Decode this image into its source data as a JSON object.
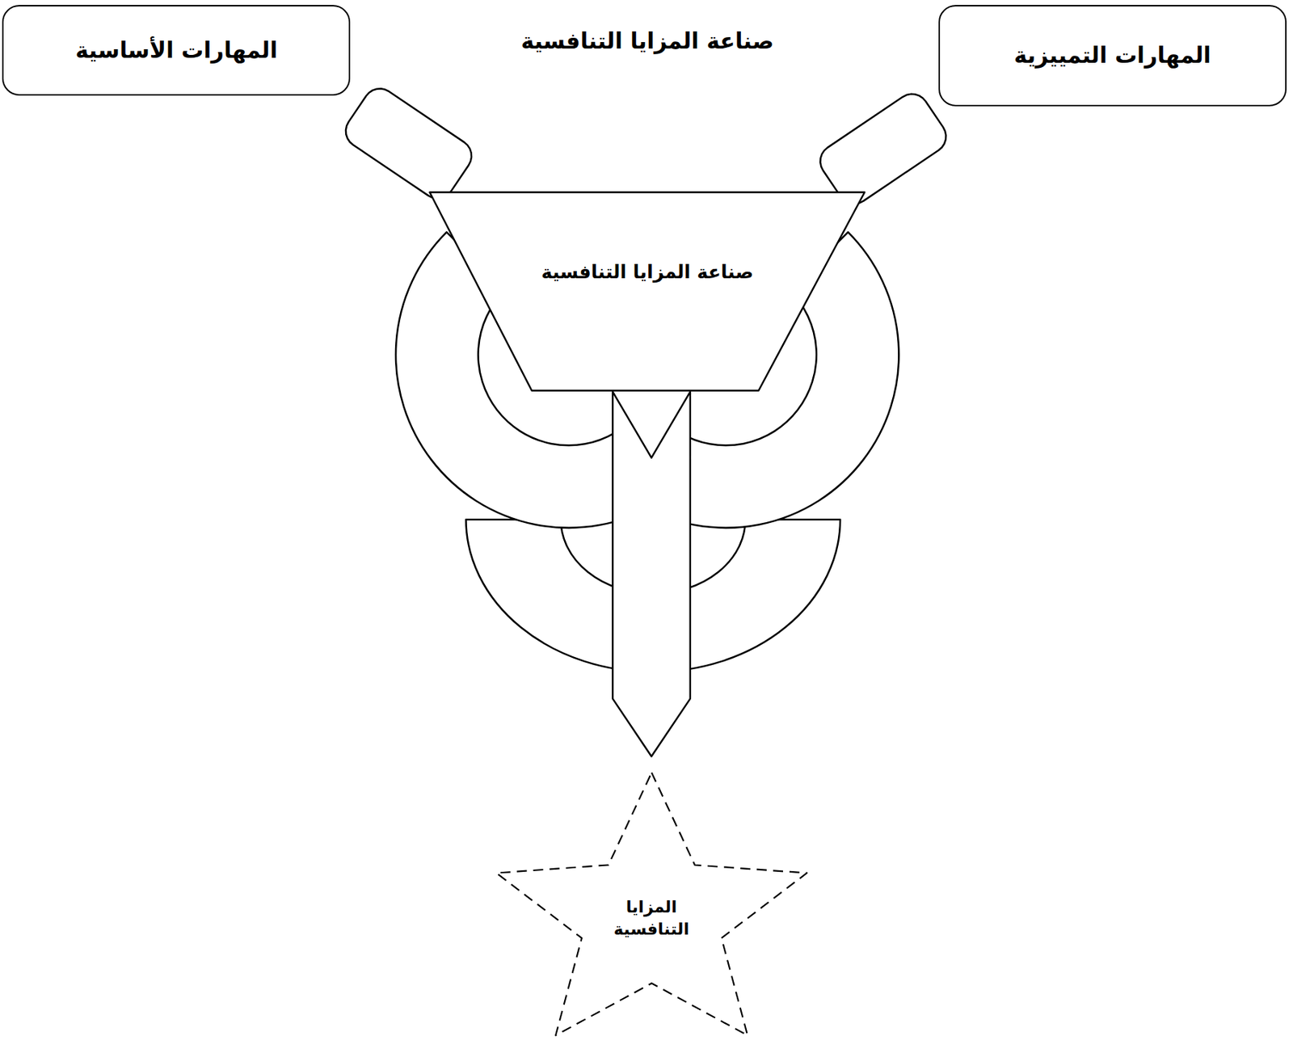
{
  "diagram": {
    "title": "صناعة المزايا التنافسية",
    "nodes": [
      {
        "text": [
          "المهارات التمييزية"
        ]
      },
      {
        "text": [
          "المهارات الأساسية"
        ]
      },
      {
        "text": [
          "صناعة المزايا التنافسية"
        ]
      },
      {
        "text": [
          "المزايا التنافسية"
        ]
      }
    ],
    "edges": [
      {
        "from": 0,
        "to": 2,
        "arrow": "none"
      },
      {
        "from": 1,
        "to": 2,
        "arrow": "none"
      },
      {
        "from": 2,
        "to": 3,
        "arrow": "to"
      }
    ]
  }
}
